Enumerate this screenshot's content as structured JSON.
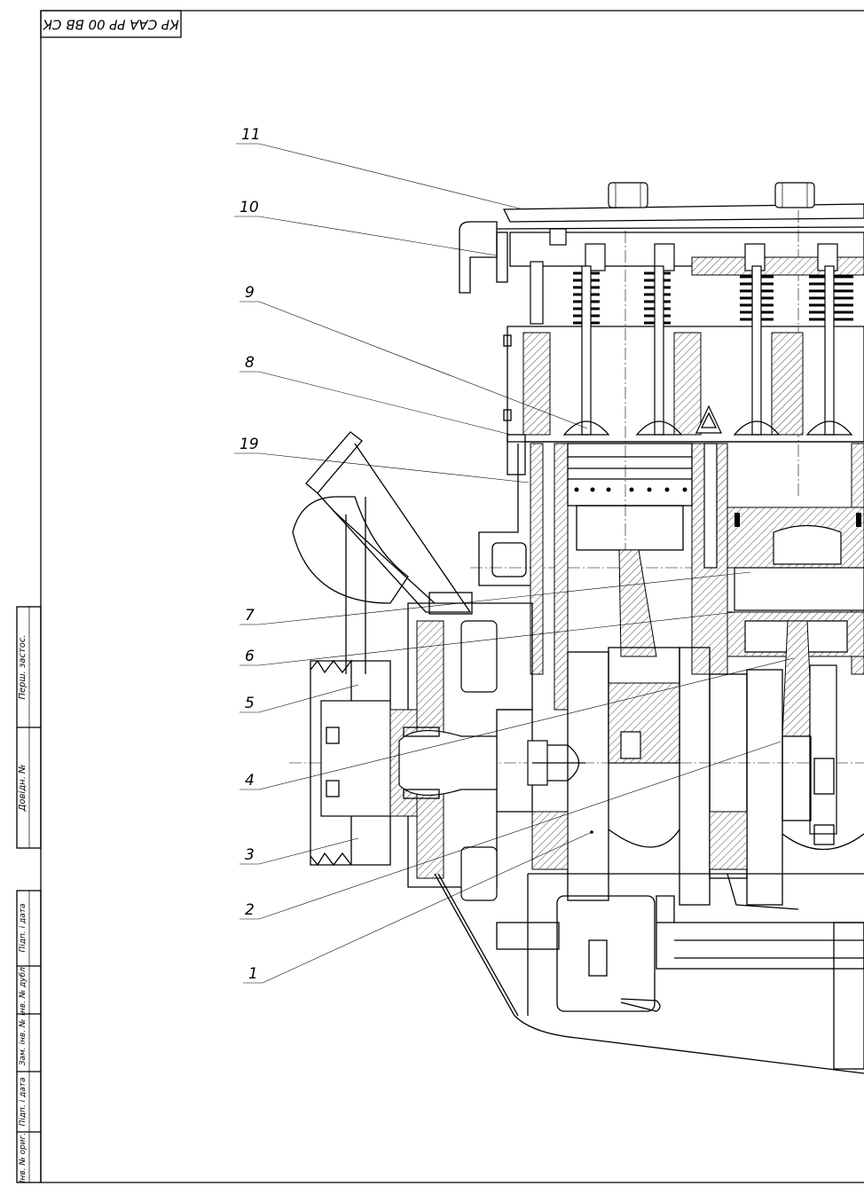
{
  "title_block": {
    "designation": "КР САА РР 00 ВВ СК"
  },
  "side_stamp": {
    "top_group": [
      "Перш. застос.",
      "Довідн. №"
    ],
    "bottom_group": [
      "Підп. і дата",
      "Інв. № дубл.",
      "Зам. інв. №",
      "Підп. і дата",
      "Інв. № ориг."
    ]
  },
  "callouts": [
    {
      "label": "11"
    },
    {
      "label": "10"
    },
    {
      "label": "9"
    },
    {
      "label": "8"
    },
    {
      "label": "19"
    },
    {
      "label": "7"
    },
    {
      "label": "6"
    },
    {
      "label": "5"
    },
    {
      "label": "4"
    },
    {
      "label": "3"
    },
    {
      "label": "2"
    },
    {
      "label": "1"
    }
  ],
  "drawing": {
    "subject": "engine-section-view",
    "line_color": "#000000",
    "paper_color": "#ffffff"
  }
}
